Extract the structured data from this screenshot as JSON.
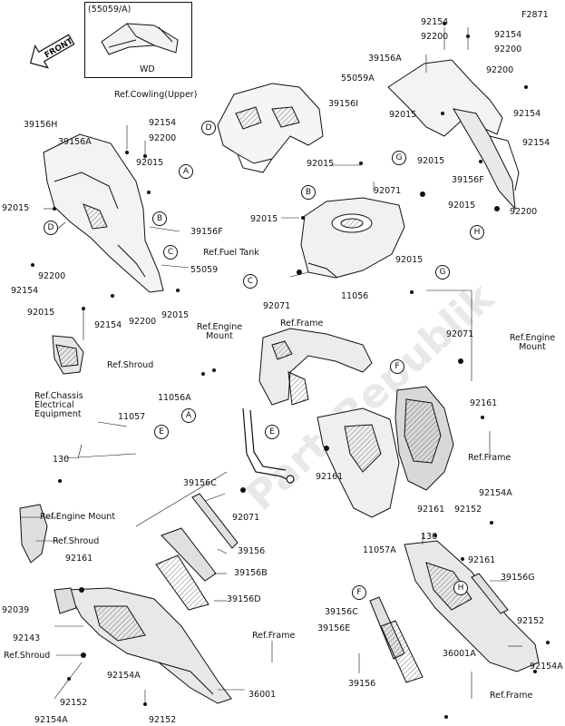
{
  "figure_code": "F2871",
  "inset": {
    "variant": "(55059/A)",
    "note": "WD"
  },
  "front_badge": "FRONT",
  "watermark": "PartsRepublik",
  "refs": {
    "cowling_upper": "Ref.Cowling(Upper)",
    "fuel_tank": "Ref.Fuel Tank",
    "frame_top": "Ref.Frame",
    "engine_mount_center": "Ref.Engine Mount",
    "engine_mount_right": "Ref.Engine Mount",
    "shroud_1": "Ref.Shroud",
    "chassis_electrical": "Ref.Chassis Electrical Equipment",
    "frame_right": "Ref.Frame",
    "engine_mount_left": "Ref.Engine Mount",
    "shroud_2": "Ref.Shroud",
    "shroud_3": "Ref.Shroud",
    "frame_bottom_center": "Ref.Frame",
    "frame_bottom_right": "Ref.Frame"
  },
  "parts": {
    "p39156H": "39156H",
    "p39156A_left": "39156A",
    "p92154_a": "92154",
    "p92200_a": "92200",
    "p92015_a": "92015",
    "p92015_b": "92015",
    "p39156F_left": "39156F",
    "p55059": "55059",
    "p92200_b": "92200",
    "p92154_b": "92154",
    "p92015_c": "92015",
    "p92154_c": "92154",
    "p92200_c": "92200",
    "p92015_d": "92015",
    "p92154_tr1": "92154",
    "p92200_tr1": "92200",
    "p92154_tr2": "92154",
    "p92200_tr2": "92200",
    "p39156A_right": "39156A",
    "p55059A": "55059A",
    "p92200_tr3": "92200",
    "p39156I": "39156I",
    "p92015_tr1": "92015",
    "p92154_tr3": "92154",
    "p92015_tr2": "92015",
    "p92154_tr4": "92154",
    "p39156F_right": "39156F",
    "p92015_tr3": "92015",
    "p92200_tr4": "92200",
    "p92015_mid1": "92015",
    "p92071_mid1": "92071",
    "p92015_mid2": "92015",
    "p92015_mid3": "92015",
    "p92071_mid2": "92071",
    "p11056": "11056",
    "p92071_right": "92071",
    "p92161_right": "92161",
    "p11056A": "11056A",
    "p11057": "11057",
    "p130_left": "130",
    "p92161_center": "92161",
    "p39156C_center": "39156C",
    "p92071_center": "92071",
    "p39156_center": "39156",
    "p39156B": "39156B",
    "p39156D": "39156D",
    "p92161_left": "92161",
    "p92039": "92039",
    "p92143": "92143",
    "p92154A_right1": "92154A",
    "p92161_r1": "92161",
    "p92152_r1": "92152",
    "p130_right": "130",
    "p11057A": "11057A",
    "p92161_r2": "92161",
    "p39156G": "39156G",
    "p39156C_right": "39156C",
    "p39156E": "39156E",
    "p92152_r2": "92152",
    "p36001A": "36001A",
    "p92154A_r2": "92154A",
    "p39156_bottom": "39156",
    "p92154A_bl1": "92154A",
    "p92152_bl": "92152",
    "p92154A_bl2": "92154A",
    "p92152_bc": "92152",
    "p36001": "36001"
  },
  "callouts": {
    "A1": "A",
    "B1": "B",
    "C1": "C",
    "D1": "D",
    "D2": "D",
    "G1": "G",
    "H1": "H",
    "B2": "B",
    "C2": "C",
    "G2": "G",
    "F1": "F",
    "A2": "A",
    "E1": "E",
    "E2": "E",
    "H2": "H",
    "F2": "F"
  }
}
